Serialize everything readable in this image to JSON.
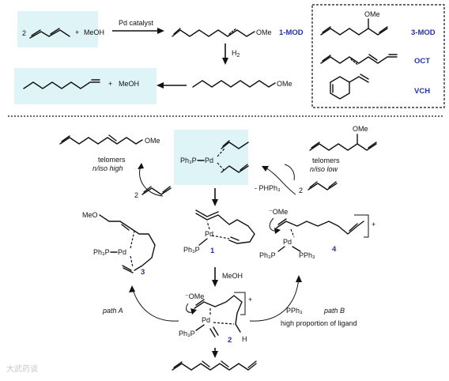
{
  "top": {
    "reactant_coeff": "2",
    "plus1": "+",
    "meoh1": "MeOH",
    "catalyst": "Pd catalyst",
    "product_ome": "OMe",
    "product_label": "1-MOD",
    "h2": "H",
    "h2_sub": "2",
    "sat_ome": "OMe",
    "plus2": "+",
    "meoh2": "MeOH"
  },
  "legend": {
    "mod3_ome": "OMe",
    "mod3_label": "3-MOD",
    "oct_label": "OCT",
    "vch_label": "VCH"
  },
  "cycle": {
    "telomer_ome": "OMe",
    "telomers_left_1": "telomers",
    "telomers_left_2": "n/iso high",
    "coeff_left": "2",
    "pd_complex_ph3p": "Ph₃P",
    "pd_complex_pd": "Pd",
    "mod3_ome": "OMe",
    "telomers_right_1": "telomers",
    "telomers_right_2": "n/iso low",
    "minus_phph3": "- PHPh₃",
    "coeff_right": "2",
    "meo_3": "MeO",
    "ph3p_3": "Ph₃P",
    "pd_3": "Pd",
    "label_3": "3",
    "pd_1": "Pd",
    "ph3p_1": "Ph₃P",
    "label_1": "1",
    "ome_4": "⁻OMe",
    "pd_4": "Pd",
    "ph3p_4": "Ph₃P",
    "pph3_4": "PPh₃",
    "label_4": "4",
    "plus_4": "+",
    "meoh": "MeOH",
    "ome_2": "⁻OMe",
    "pd_2": "Pd",
    "ph3p_2": "Ph₃P",
    "label_2": "2",
    "h_2": "H",
    "plus_2": "+",
    "pph3": "PPh₃",
    "path_a": "path A",
    "path_b": "path B",
    "high_proportion": "high proportion of ligand"
  },
  "watermark": "大武药谈",
  "colors": {
    "highlight": "#dff4f7",
    "label_blue": "#2233aa"
  }
}
